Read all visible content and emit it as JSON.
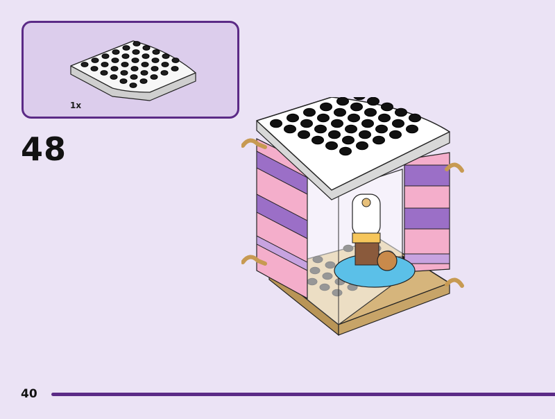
{
  "parts_callout": {
    "quantity": "1x",
    "part_name": "plate-icon"
  },
  "step": {
    "number": "48"
  },
  "page": {
    "number": "40"
  },
  "colors": {
    "accent": "#5b2a86",
    "page_background": "#ebe3f5",
    "callout_background": "#dccdec",
    "lavender_brick": "#9b6fc7",
    "pink_brick": "#f3a9c5",
    "tan_plate": "#d7b77f",
    "white_plate": "#ffffff"
  }
}
